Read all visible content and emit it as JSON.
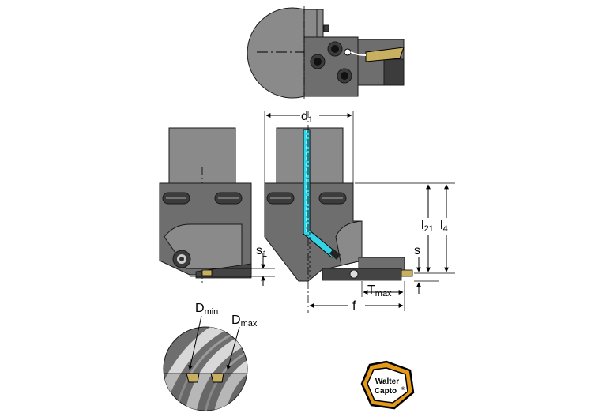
{
  "labels": {
    "d1_main": "d",
    "d1_sub": "1",
    "l21_main": "l",
    "l21_sub": "21",
    "l4_main": "l",
    "l4_sub": "4",
    "s1_main": "s",
    "s1_sub": "1",
    "s": "s",
    "tmax_main": "T",
    "tmax_sub": "max",
    "f": "f",
    "dmin_main": "D",
    "dmin_sub": "min",
    "dmax_main": "D",
    "dmax_sub": "max"
  },
  "logo": {
    "line1": "Walter",
    "line2": "Capto",
    "mark": "®"
  },
  "colors": {
    "body": "#6e6e6e",
    "body_light": "#8a8a8a",
    "body_dark": "#3c3c3c",
    "coolant": "#33d4e6",
    "insert": "#c8b060",
    "logo_ring": "#e39a1b"
  }
}
